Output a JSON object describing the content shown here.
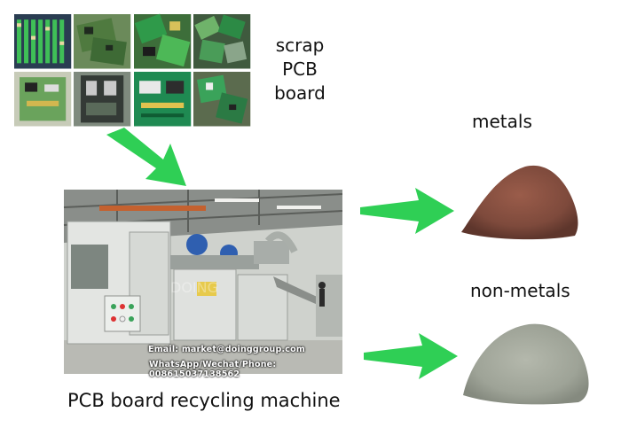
{
  "labels": {
    "scrap_line1": "scrap",
    "scrap_line2": "PCB",
    "scrap_line3": "board",
    "metals": "metals",
    "non_metals": "non-metals",
    "machine": "PCB board recycling machine"
  },
  "machine_photo": {
    "contact_email": "Email: market@doinggroup.com",
    "contact_phone": "WhatsApp/Wechat/Phone: 008615037138562"
  },
  "colors": {
    "arrow_green": "#2fcf55",
    "metal_powder": "#7e4a3c",
    "nonmetal_powder": "#9ea397"
  }
}
